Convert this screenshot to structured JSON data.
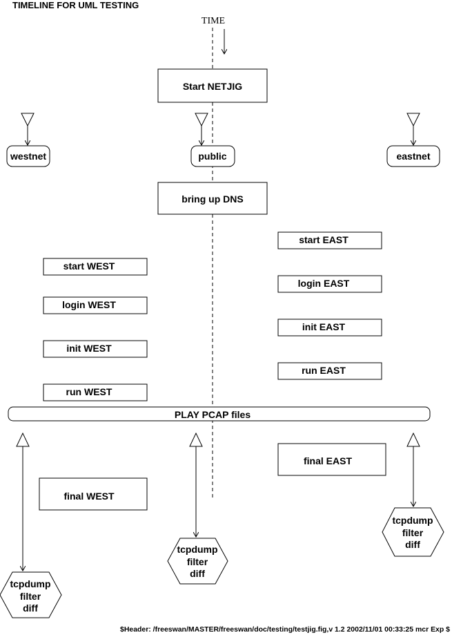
{
  "title": "TIMELINE FOR UML TESTING",
  "time_label": "TIME",
  "boxes": {
    "start_netjig": "Start NETJIG",
    "bring_up_dns": "bring up DNS",
    "start_east": "start EAST",
    "login_east": "login EAST",
    "init_east": "init EAST",
    "run_east": "run EAST",
    "start_west": "start WEST",
    "login_west": "login WEST",
    "init_west": "init WEST",
    "run_west": "run WEST",
    "final_east": "final EAST",
    "final_west": "final WEST"
  },
  "networks": {
    "westnet": "westnet",
    "public": "public",
    "eastnet": "eastnet"
  },
  "bar_label": "PLAY PCAP files",
  "tcpdump": [
    "tcpdump",
    "filter",
    "diff"
  ],
  "header_line": "$Header: /freeswan/MASTER/freeswan/doc/testing/testjig.fig,v 1.2 2002/11/01 00:33:25 mcr Exp $"
}
